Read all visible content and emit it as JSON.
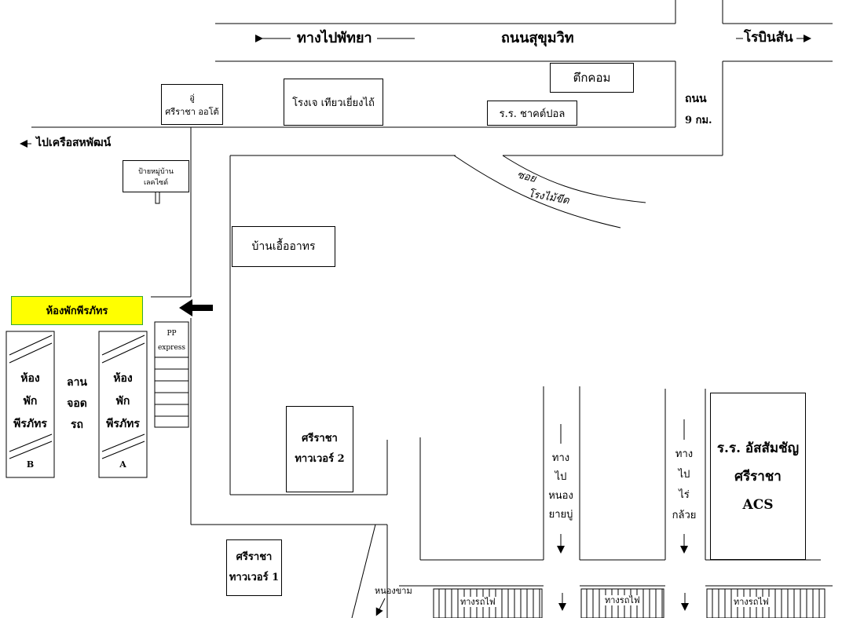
{
  "roads": {
    "to_pattaya": "ทางไปพัทยา",
    "sukhumvit": "ถนนสุขุมวิท",
    "robinson": "โรบินสัน",
    "to_krueasahaphat": "ไปเครือสหพัฒน์",
    "road_9km_line1": "ถนน",
    "road_9km_line2": "9 กม.",
    "soi_line1": "ซอย",
    "soi_line2": "โรงไม้ขีด",
    "to_nongkham": "หนองขาม",
    "to_nong_yai_bu": [
      "ทาง",
      "ไป",
      "หนอง",
      "ยายบู่"
    ],
    "to_rai_kluai": [
      "ทาง",
      "ไป",
      "ไร่",
      "กล้วย"
    ],
    "railway_crossing": "ทางรถไฟ"
  },
  "places": {
    "garage": [
      "อู่",
      "ศรีราชา ออโต้"
    ],
    "robinson_restaurant": "โรงเจ เทียวเยี่ยงไถ้",
    "tuek_kom": "ตึกคอม",
    "chanpol_school": "ร.ร. ชาคต์ปอล",
    "village_sign": [
      "ป้ายหมู่บ้าน",
      "เลคไซด์"
    ],
    "baan_uea_athon": "บ้านเอื้ออาทร",
    "main_building": "ห้องพักพีรภัทร",
    "pp_express": [
      "PP",
      "express"
    ],
    "building_b": [
      "ห้อง",
      "พัก",
      "พีรภัทร"
    ],
    "building_b_tag": "B",
    "building_a": [
      "ห้อง",
      "พัก",
      "พีรภัทร"
    ],
    "building_a_tag": "A",
    "parking": [
      "ลาน",
      "จอด",
      "รถ"
    ],
    "sriracha_tower_2": [
      "ศรีราชา",
      "ทาวเวอร์ 2"
    ],
    "sriracha_tower_1": [
      "ศรีราชา",
      "ทาวเวอร์ 1"
    ],
    "acs_school": [
      "ร.ร. อัสสัมชัญ",
      "ศรีราชา",
      "ACS"
    ]
  },
  "colors": {
    "highlight_fill": "#ffff00",
    "highlight_border": "#33aa33",
    "line": "#000000",
    "background": "#ffffff"
  }
}
